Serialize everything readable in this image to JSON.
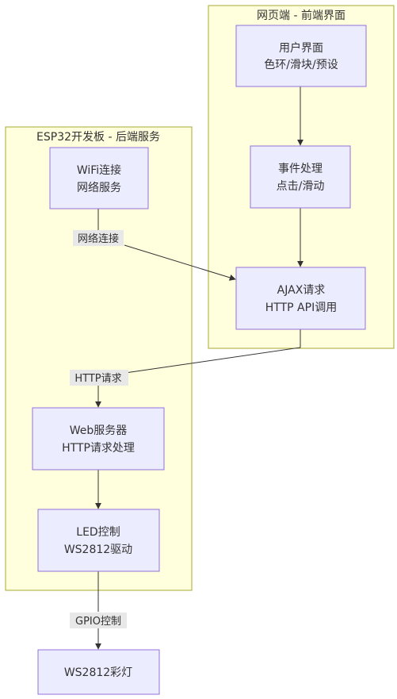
{
  "clusters": {
    "web": {
      "title": "网页端 - 前端界面"
    },
    "esp": {
      "title": "ESP32开发板 - 后端服务"
    }
  },
  "nodes": {
    "ui": {
      "line1": "用户界面",
      "line2": "色环/滑块/预设"
    },
    "event": {
      "line1": "事件处理",
      "line2": "点击/滑动"
    },
    "ajax": {
      "line1": "AJAX请求",
      "line2": "HTTP API调用"
    },
    "wifi": {
      "line1": "WiFi连接",
      "line2": "网络服务"
    },
    "web": {
      "line1": "Web服务器",
      "line2": "HTTP请求处理"
    },
    "led": {
      "line1": "LED控制",
      "line2": "WS2812驱动"
    },
    "lamp": {
      "line1": "WS2812彩灯"
    }
  },
  "edges": {
    "wifi_ajax": {
      "label": "网络连接"
    },
    "ajax_web": {
      "label": "HTTP请求"
    },
    "led_lamp": {
      "label": "GPIO控制"
    }
  },
  "colors": {
    "cluster_fill": "#ffffde",
    "cluster_stroke": "#aaaa33",
    "node_fill": "#ececff",
    "node_stroke": "#9370db",
    "edge": "#333333",
    "label_bg": "#e8e8e8"
  }
}
